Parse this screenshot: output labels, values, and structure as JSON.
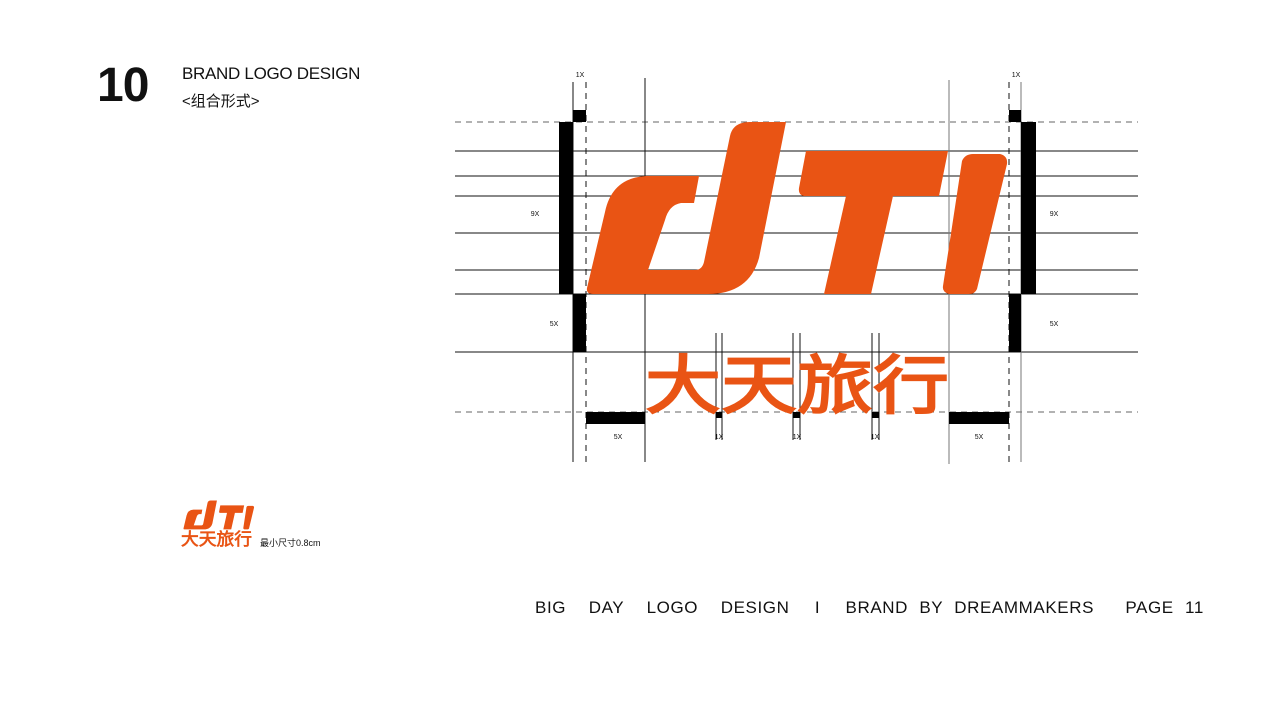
{
  "header": {
    "page_number": "10",
    "title": "BRAND LOGO DESIGN",
    "subtitle": "<组合形式>"
  },
  "logo": {
    "wordmark": "dTI",
    "chinese_name": "大天旅行",
    "brand_color": "#E95414"
  },
  "construction": {
    "labels": {
      "top_left_1x": "1X",
      "top_right_1x": "1X",
      "left_9x": "9X",
      "right_9x": "9X",
      "left_5x": "5X",
      "right_5x": "5X",
      "bottom_left_5x": "5X",
      "bottom_right_5x": "5X",
      "char_gap_1": "1X",
      "char_gap_2": "1X",
      "char_gap_3": "1X"
    }
  },
  "min_size": {
    "label": "最小尺寸0.8cm"
  },
  "footer": {
    "part1": "BIG  DAY  LOGO  DESIGN",
    "divider": "I",
    "part2": "BRAND BY DREAMMAKERS",
    "page": "PAGE 11"
  }
}
